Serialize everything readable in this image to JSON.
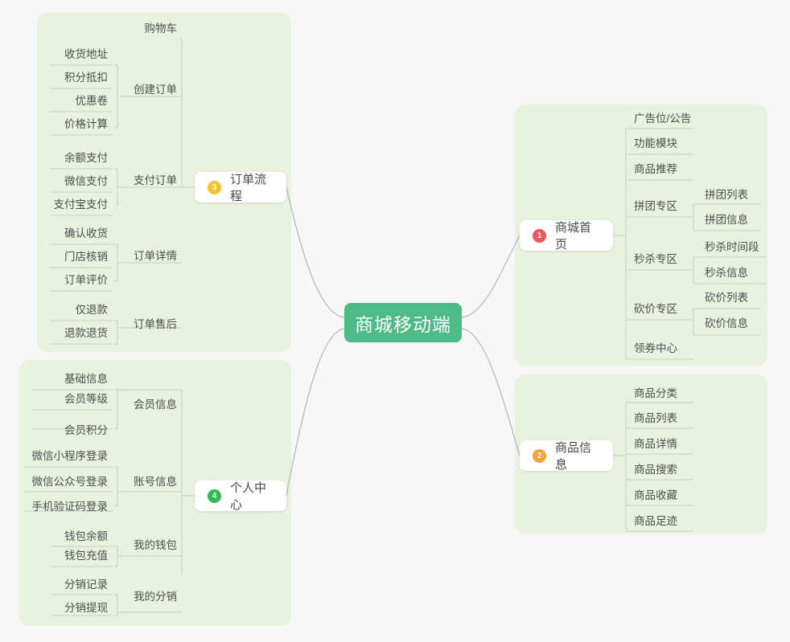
{
  "meta": {
    "colors": {
      "page_background": "#f7f7f7",
      "branch_background": "#e7f2df",
      "root_fill": "#4cbb87",
      "node_card": "#ffffff",
      "connector": "#b9b9b9",
      "badge_1": "#f4545c",
      "badge_2": "#f5a13c",
      "badge_3": "#f7c02e",
      "badge_4": "#2fba55"
    }
  },
  "root": {
    "label": "商城移动端"
  },
  "branches": [
    {
      "id": "home",
      "index": "1",
      "label": "商城首页",
      "badge_color": "#f4545c",
      "children": [
        {
          "label": "广告位/公告",
          "children": []
        },
        {
          "label": "功能模块",
          "children": []
        },
        {
          "label": "商品推荐",
          "children": []
        },
        {
          "label": "拼团专区",
          "children": [
            {
              "label": "拼团列表"
            },
            {
              "label": "拼团信息"
            }
          ]
        },
        {
          "label": "秒杀专区",
          "children": [
            {
              "label": "秒杀时间段"
            },
            {
              "label": "秒杀信息"
            }
          ]
        },
        {
          "label": "砍价专区",
          "children": [
            {
              "label": "砍价列表"
            },
            {
              "label": "砍价信息"
            }
          ]
        },
        {
          "label": "领券中心",
          "children": []
        }
      ]
    },
    {
      "id": "goods",
      "index": "2",
      "label": "商品信息",
      "badge_color": "#f5a13c",
      "children": [
        {
          "label": "商品分类",
          "children": []
        },
        {
          "label": "商品列表",
          "children": []
        },
        {
          "label": "商品详情",
          "children": []
        },
        {
          "label": "商品搜索",
          "children": []
        },
        {
          "label": "商品收藏",
          "children": []
        },
        {
          "label": "商品足迹",
          "children": []
        }
      ]
    },
    {
      "id": "order",
      "index": "3",
      "label": "订单流程",
      "badge_color": "#f7c02e",
      "children": [
        {
          "label": "购物车",
          "children": []
        },
        {
          "label": "创建订单",
          "children": [
            {
              "label": "收货地址"
            },
            {
              "label": "积分抵扣"
            },
            {
              "label": "优惠卷"
            },
            {
              "label": "价格计算"
            }
          ]
        },
        {
          "label": "支付订单",
          "children": [
            {
              "label": "余额支付"
            },
            {
              "label": "微信支付"
            },
            {
              "label": "支付宝支付"
            }
          ]
        },
        {
          "label": "订单详情",
          "children": [
            {
              "label": "确认收货"
            },
            {
              "label": "门店核销"
            },
            {
              "label": "订单评价"
            }
          ]
        },
        {
          "label": "订单售后",
          "children": [
            {
              "label": "仅退款"
            },
            {
              "label": "退款退货"
            }
          ]
        }
      ]
    },
    {
      "id": "user",
      "index": "4",
      "label": "个人中心",
      "badge_color": "#2fba55",
      "children": [
        {
          "label": "会员信息",
          "children": [
            {
              "label": "基础信息"
            },
            {
              "label": "会员等级"
            },
            {
              "label": "会员积分"
            }
          ]
        },
        {
          "label": "账号信息",
          "children": [
            {
              "label": "微信小程序登录"
            },
            {
              "label": "微信公众号登录"
            },
            {
              "label": "手机验证码登录"
            }
          ]
        },
        {
          "label": "我的钱包",
          "children": [
            {
              "label": "钱包余额"
            },
            {
              "label": "钱包充值"
            }
          ]
        },
        {
          "label": "我的分销",
          "children": [
            {
              "label": "分销记录"
            },
            {
              "label": "分销提现"
            }
          ]
        }
      ]
    }
  ],
  "topics": {
    "order": {
      "cart": "购物车",
      "create": "创建订单",
      "create_kids": [
        "收货地址",
        "积分抵扣",
        "优惠卷",
        "价格计算"
      ],
      "pay": "支付订单",
      "pay_kids": [
        "余额支付",
        "微信支付",
        "支付宝支付"
      ],
      "detail": "订单详情",
      "detail_kids": [
        "确认收货",
        "门店核销",
        "订单评价"
      ],
      "after": "订单售后",
      "after_kids": [
        "仅退款",
        "退款退货"
      ]
    },
    "user": {
      "member": "会员信息",
      "member_kids": [
        "基础信息",
        "会员等级",
        "会员积分"
      ],
      "account": "账号信息",
      "account_kids": [
        "微信小程序登录",
        "微信公众号登录",
        "手机验证码登录"
      ],
      "wallet": "我的钱包",
      "wallet_kids": [
        "钱包余额",
        "钱包充值"
      ],
      "dist": "我的分销",
      "dist_kids": [
        "分销记录",
        "分销提现"
      ]
    },
    "home": {
      "ad": "广告位/公告",
      "func": "功能模块",
      "recommend": "商品推荐",
      "group": "拼团专区",
      "group_kids": [
        "拼团列表",
        "拼团信息"
      ],
      "seckill": "秒杀专区",
      "seckill_kids": [
        "秒杀时间段",
        "秒杀信息"
      ],
      "bargain": "砍价专区",
      "bargain_kids": [
        "砍价列表",
        "砍价信息"
      ],
      "coupon": "领券中心"
    },
    "goods": {
      "items": [
        "商品分类",
        "商品列表",
        "商品详情",
        "商品搜索",
        "商品收藏",
        "商品足迹"
      ]
    }
  }
}
